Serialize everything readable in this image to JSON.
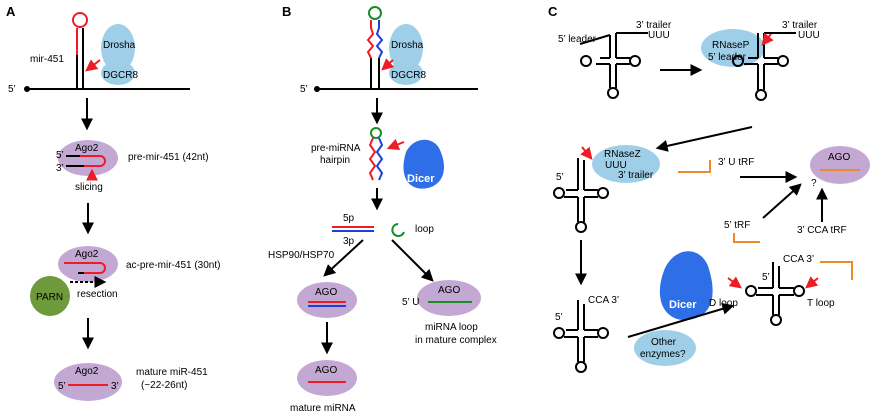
{
  "panels": {
    "a": "A",
    "b": "B",
    "c": "C"
  },
  "panel_a": {
    "gene": "mir-451",
    "drosha": "Drosha",
    "dgcr8": "DGCR8",
    "five_prime": "5’",
    "three_prime": "3’",
    "ago2": "Ago2",
    "pre": "pre-mir-451 (42nt)",
    "slicing": "slicing",
    "ac_pre": "ac-pre-mir-451 (30nt)",
    "parn": "PARN",
    "resection": "resection",
    "mature": "mature miR-451",
    "mature_len": "(~22-26nt)"
  },
  "panel_b": {
    "five_prime": "5’",
    "drosha": "Drosha",
    "dgcr8": "DGCR8",
    "pre_mirna": "pre-miRNA",
    "hairpin": "hairpin",
    "dicer": "Dicer",
    "p5": "5p",
    "p3": "3p",
    "loop": "loop",
    "hsp": "HSP90/HSP70",
    "ago": "AGO",
    "five_u": "5’ U",
    "loop_complex_1": "miRNA loop",
    "loop_complex_2": "in mature complex",
    "mature": "mature miRNA"
  },
  "panel_c": {
    "five_leader": "5’ leader",
    "three_trailer": "3’ trailer",
    "uuu": "UUU",
    "rnasep": "RNaseP",
    "rnasez": "RNaseZ",
    "five_prime": "5’",
    "three_u_trf": "3’ U tRF",
    "ago": "AGO",
    "question": "?",
    "five_trf": "5’ tRF",
    "three_cca_trf": "3’ CCA tRF",
    "cca3": "CCA 3’",
    "dicer": "Dicer",
    "d_loop": "D loop",
    "t_loop": "T loop",
    "other_1": "Other",
    "other_2": "enzymes?"
  },
  "colors": {
    "rna_red": "#ee1c24",
    "rna_blue": "#1f3fd8",
    "loop_green": "#1a8a2a",
    "ago_purple": "#c2a8d2",
    "drosha_blue": "#9fcfe8",
    "dicer_blue": "#2e6fe8",
    "parn_green": "#6f9a3c",
    "trf_orange": "#ee8a2a"
  }
}
